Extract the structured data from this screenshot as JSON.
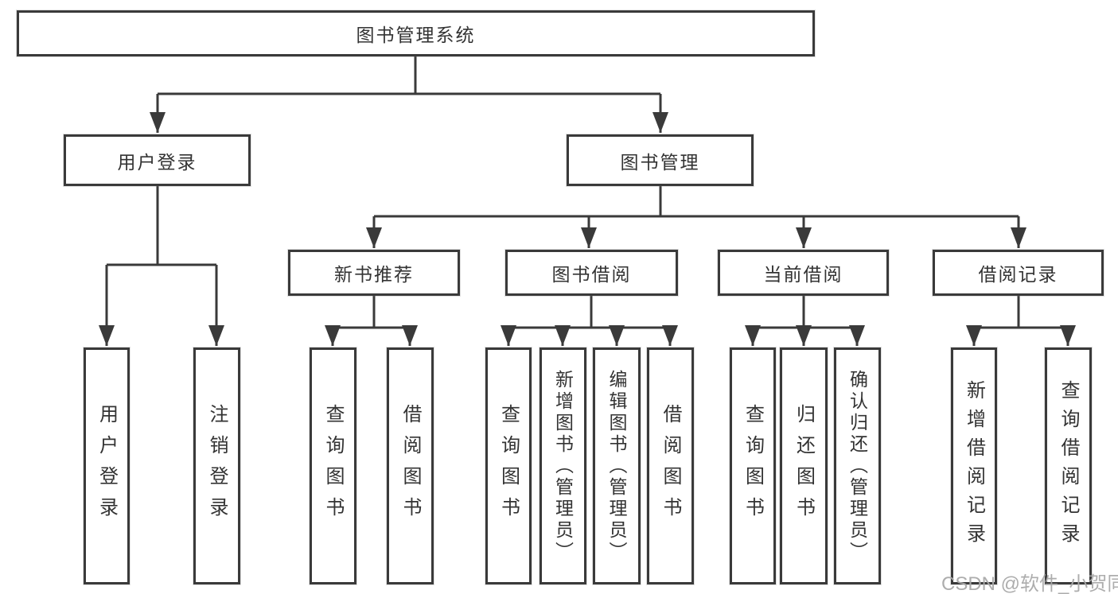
{
  "tree": {
    "label": "图书管理系统",
    "children": [
      {
        "label": "用户登录",
        "children": [
          {
            "label": "用户登录"
          },
          {
            "label": "注销登录"
          }
        ]
      },
      {
        "label": "图书管理",
        "children": [
          {
            "label": "新书推荐",
            "children": [
              {
                "label": "查询图书"
              },
              {
                "label": "借阅图书"
              }
            ]
          },
          {
            "label": "图书借阅",
            "children": [
              {
                "label": "查询图书"
              },
              {
                "label": "新增图书（管理员）"
              },
              {
                "label": "编辑图书（管理员）"
              },
              {
                "label": "借阅图书"
              }
            ]
          },
          {
            "label": "当前借阅",
            "children": [
              {
                "label": "查询图书"
              },
              {
                "label": "归还图书"
              },
              {
                "label": "确认归还（管理员）"
              }
            ]
          },
          {
            "label": "借阅记录",
            "children": [
              {
                "label": "新增借阅记录"
              },
              {
                "label": "查询借阅记录"
              }
            ]
          }
        ]
      }
    ]
  },
  "watermark": "CSDN @软件_小贺同学",
  "colors": {
    "line": "#3a3a3a",
    "text": "#333333",
    "watermark": "#a9a9a9",
    "background": "#ffffff"
  }
}
